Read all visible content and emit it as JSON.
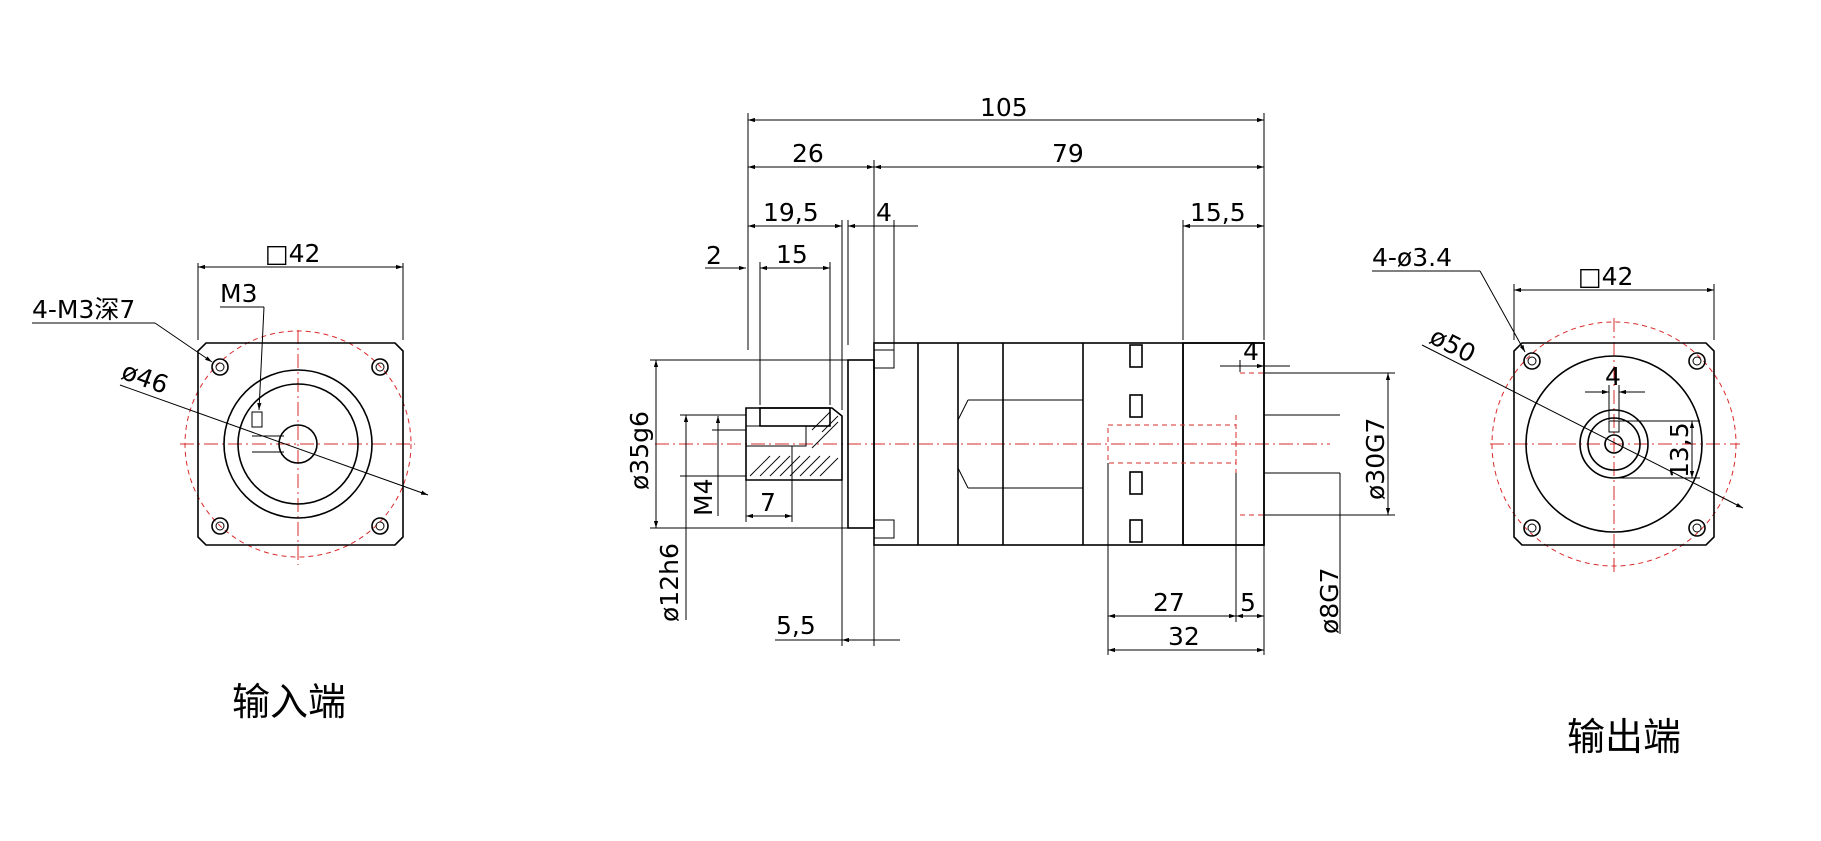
{
  "views": {
    "input": {
      "caption": "输入端"
    },
    "output": {
      "caption": "输出端"
    }
  },
  "dims": {
    "in_square": "□42",
    "in_holes": "4-M3深7",
    "in_m3": "M3",
    "in_pcd": "ø46",
    "total": "105",
    "len26": "26",
    "len79": "79",
    "len19_5": "19,5",
    "len4_top": "4",
    "len15_5": "15,5",
    "len2": "2",
    "len15": "15",
    "d35": "ø35g6",
    "m4": "M4",
    "len7": "7",
    "d12": "ø12h6",
    "len5_5": "5,5",
    "len4_right": "4",
    "d30": "ø30G7",
    "len27": "27",
    "len5": "5",
    "len32": "32",
    "d8": "ø8G7",
    "out_holes": "4-ø3.4",
    "out_square": "□42",
    "out_pcd": "ø50",
    "key4": "4",
    "key13_5": "13,5"
  },
  "colors": {
    "line": "#000000",
    "centerline": "#d92b2b"
  }
}
